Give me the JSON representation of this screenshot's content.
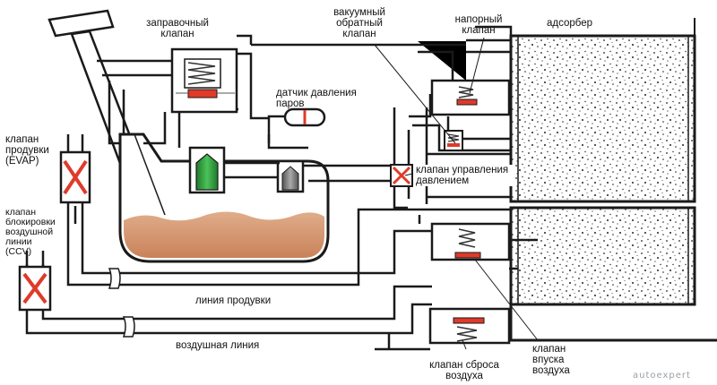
{
  "diagram": {
    "labels": {
      "filler_valve": "заправочный\nклапан",
      "vacuum_check_valve": "вакуумный\nобратный\nклапан",
      "pressure_valve": "напорный\nклапан",
      "adsorber": "адсорбер",
      "vapor_pressure_sensor": "датчик давления\nпаров",
      "purge_valve": "клапан\nпродувки\n(EVAP)",
      "pressure_control_valve": "клапан управления\nдавлением",
      "vent_shutoff_valve": "клапан\nблокировки\nвоздушной\nлинии\n(CCV)",
      "purge_line": "линия продувки",
      "air_line": "воздушная линия",
      "air_inlet_valve": "клапан\nвпуска\nвоздуха",
      "air_relief_valve": "клапан сброса\nвоздуха"
    },
    "watermark": "autoexpert",
    "colors": {
      "pipe_outline": "#1a1a1a",
      "fuel": "#d79a73",
      "valve_red": "#e03a2a",
      "green_valve": "#2f9a3c",
      "gray_valve": "#777777",
      "adsorber_dots": "#222222"
    }
  }
}
